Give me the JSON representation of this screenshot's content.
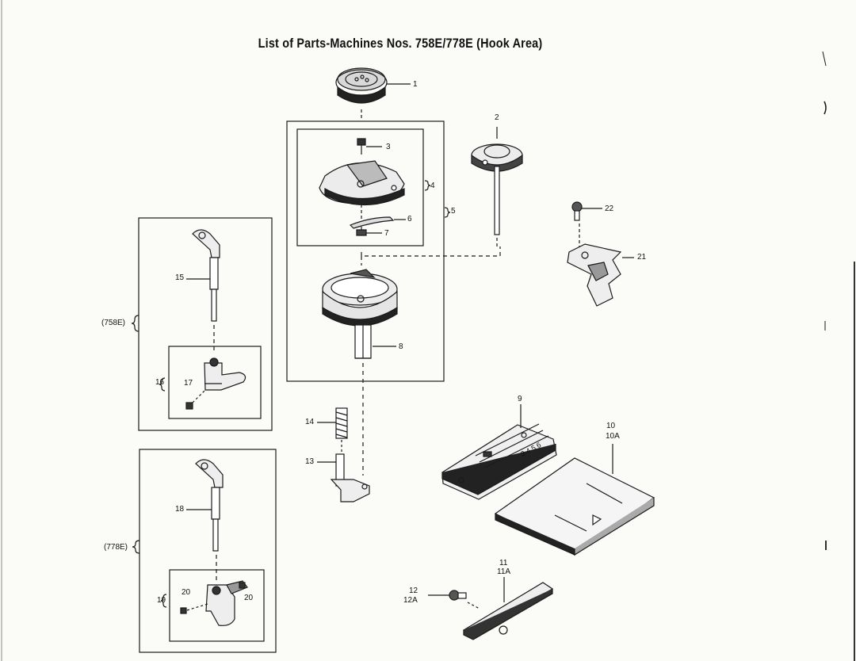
{
  "title": "List of Parts-Machines Nos. 758E/778E (Hook Area)",
  "groups": {
    "g758": "(758E)",
    "g778": "(778E)"
  },
  "callouts": {
    "c1": "1",
    "c2": "2",
    "c3": "3",
    "c4": "4",
    "c5": "5",
    "c6": "6",
    "c7": "7",
    "c8": "8",
    "c9": "9",
    "c10": "10",
    "c10a": "10A",
    "c11": "11",
    "c11a": "11A",
    "c12": "12",
    "c12a": "12A",
    "c13": "13",
    "c14": "14",
    "c15": "15",
    "c16": "16",
    "c17": "17",
    "c18": "18",
    "c19": "19",
    "c20a": "20",
    "c20b": "20",
    "c21": "21",
    "c22": "22"
  },
  "plate_marks": "3 4 5 6"
}
